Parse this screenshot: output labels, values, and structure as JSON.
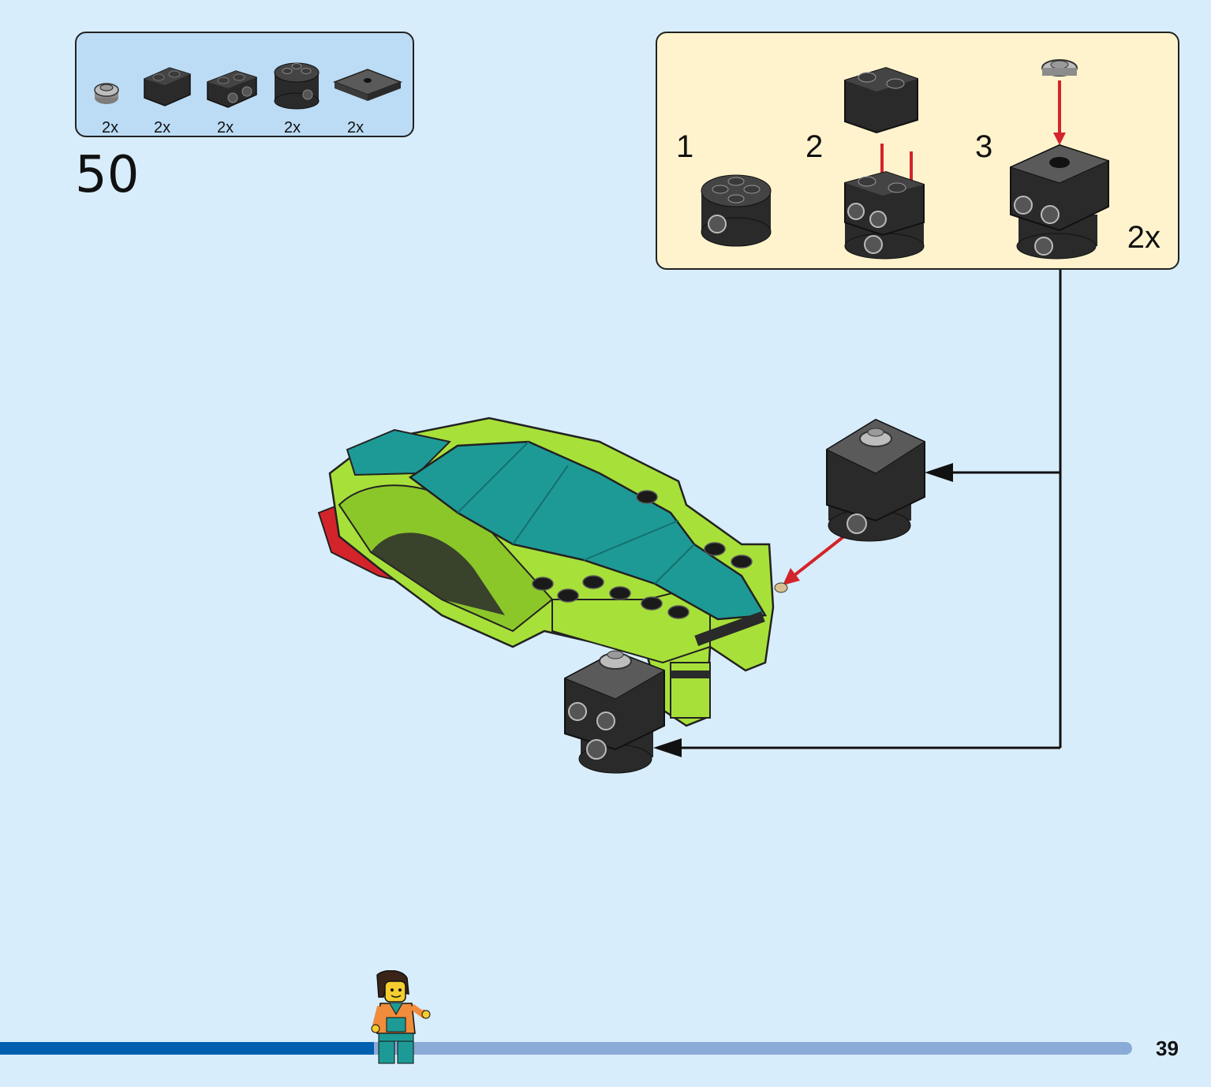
{
  "parts_list": {
    "items": [
      {
        "name": "round-plate-1x1",
        "qty": "2x",
        "color": "#9a9a9a"
      },
      {
        "name": "brick-1x2-rounded",
        "qty": "2x",
        "color": "#2a2a2a"
      },
      {
        "name": "brick-1x2-holes",
        "qty": "2x",
        "color": "#2a2a2a"
      },
      {
        "name": "round-brick-2x2",
        "qty": "2x",
        "color": "#2a2a2a"
      },
      {
        "name": "plate-2x2-jumper",
        "qty": "2x",
        "color": "#5a5a5a"
      }
    ]
  },
  "step": {
    "number": "50"
  },
  "sub_assembly": {
    "labels": [
      "1",
      "2",
      "3"
    ],
    "multiplier": "2x"
  },
  "colors": {
    "lime": "#a8e03a",
    "teal": "#1e9a96",
    "black": "#2a2a2a",
    "dark_gray": "#5a5a5a",
    "red_arrow": "#d3242b",
    "background": "#d8edfb",
    "sub_box": "#fef3cc"
  },
  "footer": {
    "page_number": "39",
    "progress_fraction": 0.33
  }
}
